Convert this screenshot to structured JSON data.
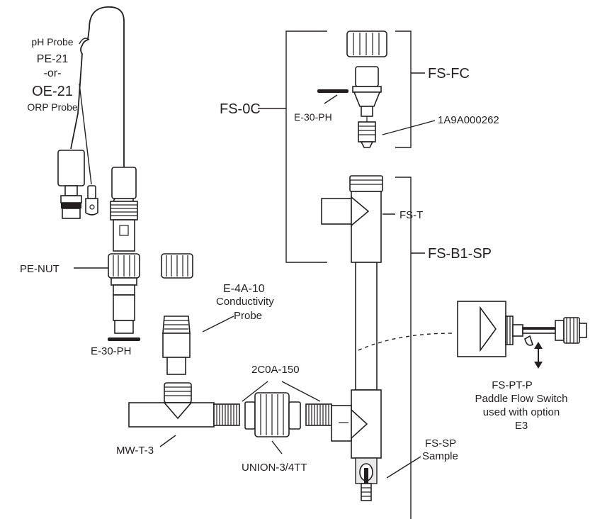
{
  "labels": {
    "ph_probe": "pH Probe",
    "pe21": "PE-21",
    "or": "-or-",
    "oe21": "OE-21",
    "orp_probe": "ORP Probe",
    "pe_nut": "PE-NUT",
    "e30ph_left": "E-30-PH",
    "e4a10": "E-4A-10",
    "conductivity": "Conductivity",
    "probe": "Probe",
    "mwt3": "MW-T-3",
    "c2c0a150": "2C0A-150",
    "union": "UNION-3/4TT",
    "fs0c": "FS-0C",
    "e30ph_top": "E-30-PH",
    "fsfc": "FS-FC",
    "a1a9": "1A9A000262",
    "fst": "FS-T",
    "fsb1sp": "FS-B1-SP",
    "fsptp": "FS-PT-P",
    "paddle": "Paddle Flow Switch",
    "used_with": "used with option",
    "e3": "E3",
    "fssp": "FS-SP",
    "sample": "Sample"
  },
  "colors": {
    "ink": "#231f20",
    "background": "#ffffff"
  }
}
